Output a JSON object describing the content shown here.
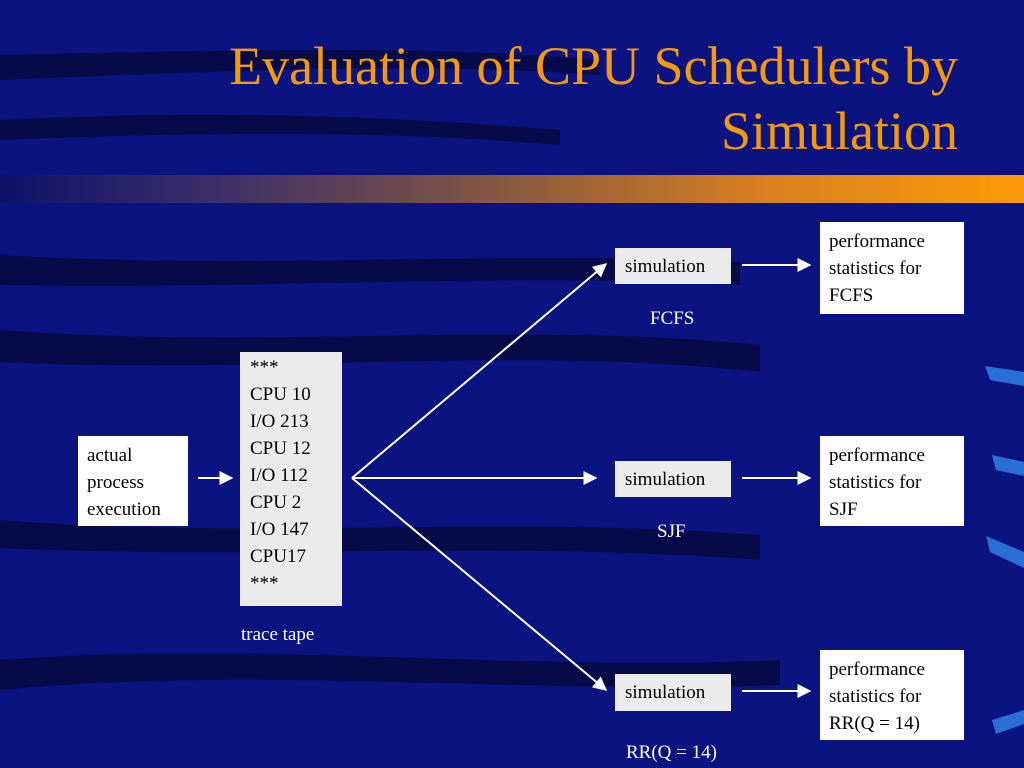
{
  "slide": {
    "title_lines": [
      "Evaluation of CPU Schedulers by",
      "Simulation"
    ],
    "colors": {
      "background": "#0a1380",
      "title": "#f5990c",
      "accent_bar": "#fd9a08",
      "box": "#ffffff",
      "box_light": "#ebebeb"
    }
  },
  "diagram": {
    "source_box": [
      "actual",
      "process",
      "execution"
    ],
    "trace_box": [
      "***",
      "CPU 10",
      "I/O 213",
      "CPU 12",
      "I/O 112",
      "CPU 2",
      "I/O 147",
      "CPU17",
      "***"
    ],
    "trace_label": "trace tape",
    "simulations": [
      {
        "box": "simulation",
        "label": "FCFS",
        "stats": [
          "performance",
          "statistics for",
          "FCFS"
        ]
      },
      {
        "box": "simulation",
        "label": "SJF",
        "stats": [
          "performance",
          "statistics for",
          "SJF"
        ]
      },
      {
        "box": "simulation",
        "label": "RR(Q = 14)",
        "stats": [
          "performance",
          "statistics for",
          "RR(Q = 14)"
        ]
      }
    ]
  }
}
